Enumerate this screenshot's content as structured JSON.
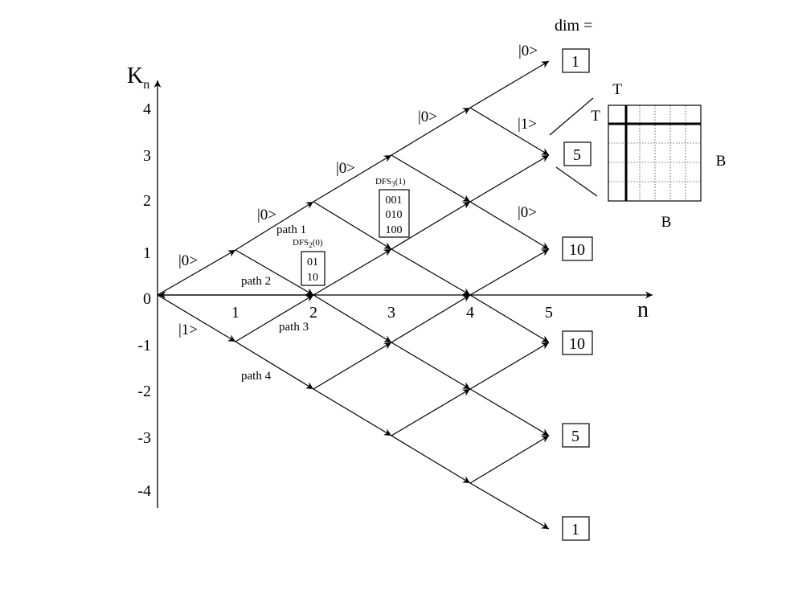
{
  "axes": {
    "y_label_main": "K",
    "y_label_sub": "n",
    "x_label": "n",
    "y_ticks": [
      "4",
      "3",
      "2",
      "1",
      "0",
      "-1",
      "-2",
      "-3",
      "-4"
    ],
    "x_ticks": [
      "1",
      "2",
      "3",
      "4",
      "5"
    ]
  },
  "dim_label": "dim =",
  "dim_values": [
    "1",
    "5",
    "10",
    "10",
    "5",
    "1"
  ],
  "state_labels": [
    "|0>",
    "|1>",
    "|0>",
    "|0>",
    "|0>",
    "|1>",
    "|0>",
    "|0>"
  ],
  "paths": [
    "path 1",
    "path 2",
    "path 3",
    "path 4"
  ],
  "dfs2": {
    "title_main": "DFS",
    "title_sub": "2",
    "title_arg": "(0)",
    "rows": [
      "01",
      "10"
    ]
  },
  "dfs3": {
    "title_main": "DFS",
    "title_sub": "3",
    "title_arg": "(1)",
    "rows": [
      "001",
      "010",
      "100"
    ]
  },
  "matrix": {
    "top_label": "T",
    "left_label": "T",
    "right_label": "B",
    "bottom_label": "B"
  }
}
